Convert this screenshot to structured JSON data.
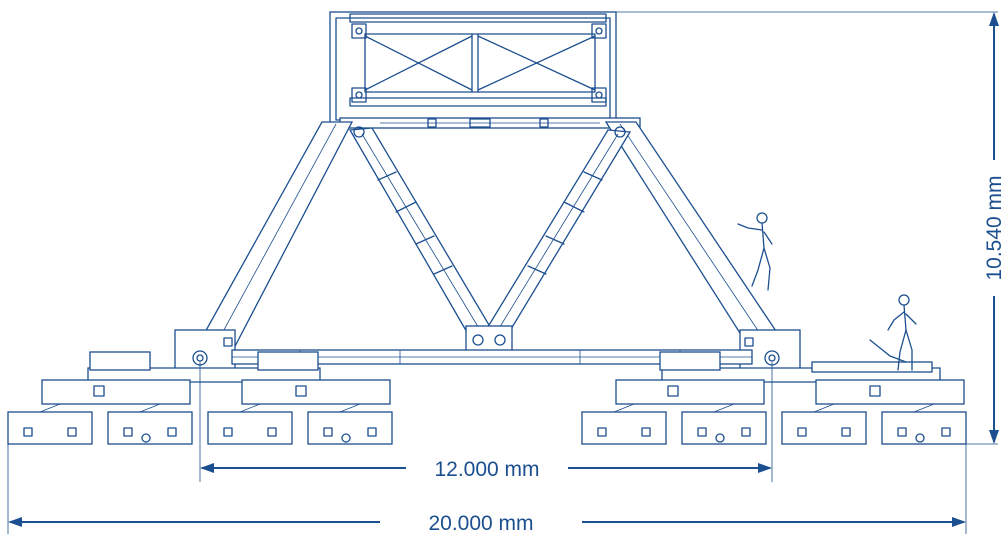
{
  "dimensions": {
    "height_label": "10.540 mm",
    "inner_width_label": "12.000 mm",
    "outer_width_label": "20.000 mm"
  },
  "colors": {
    "line": "#1c4f8f",
    "background": "#ffffff"
  }
}
